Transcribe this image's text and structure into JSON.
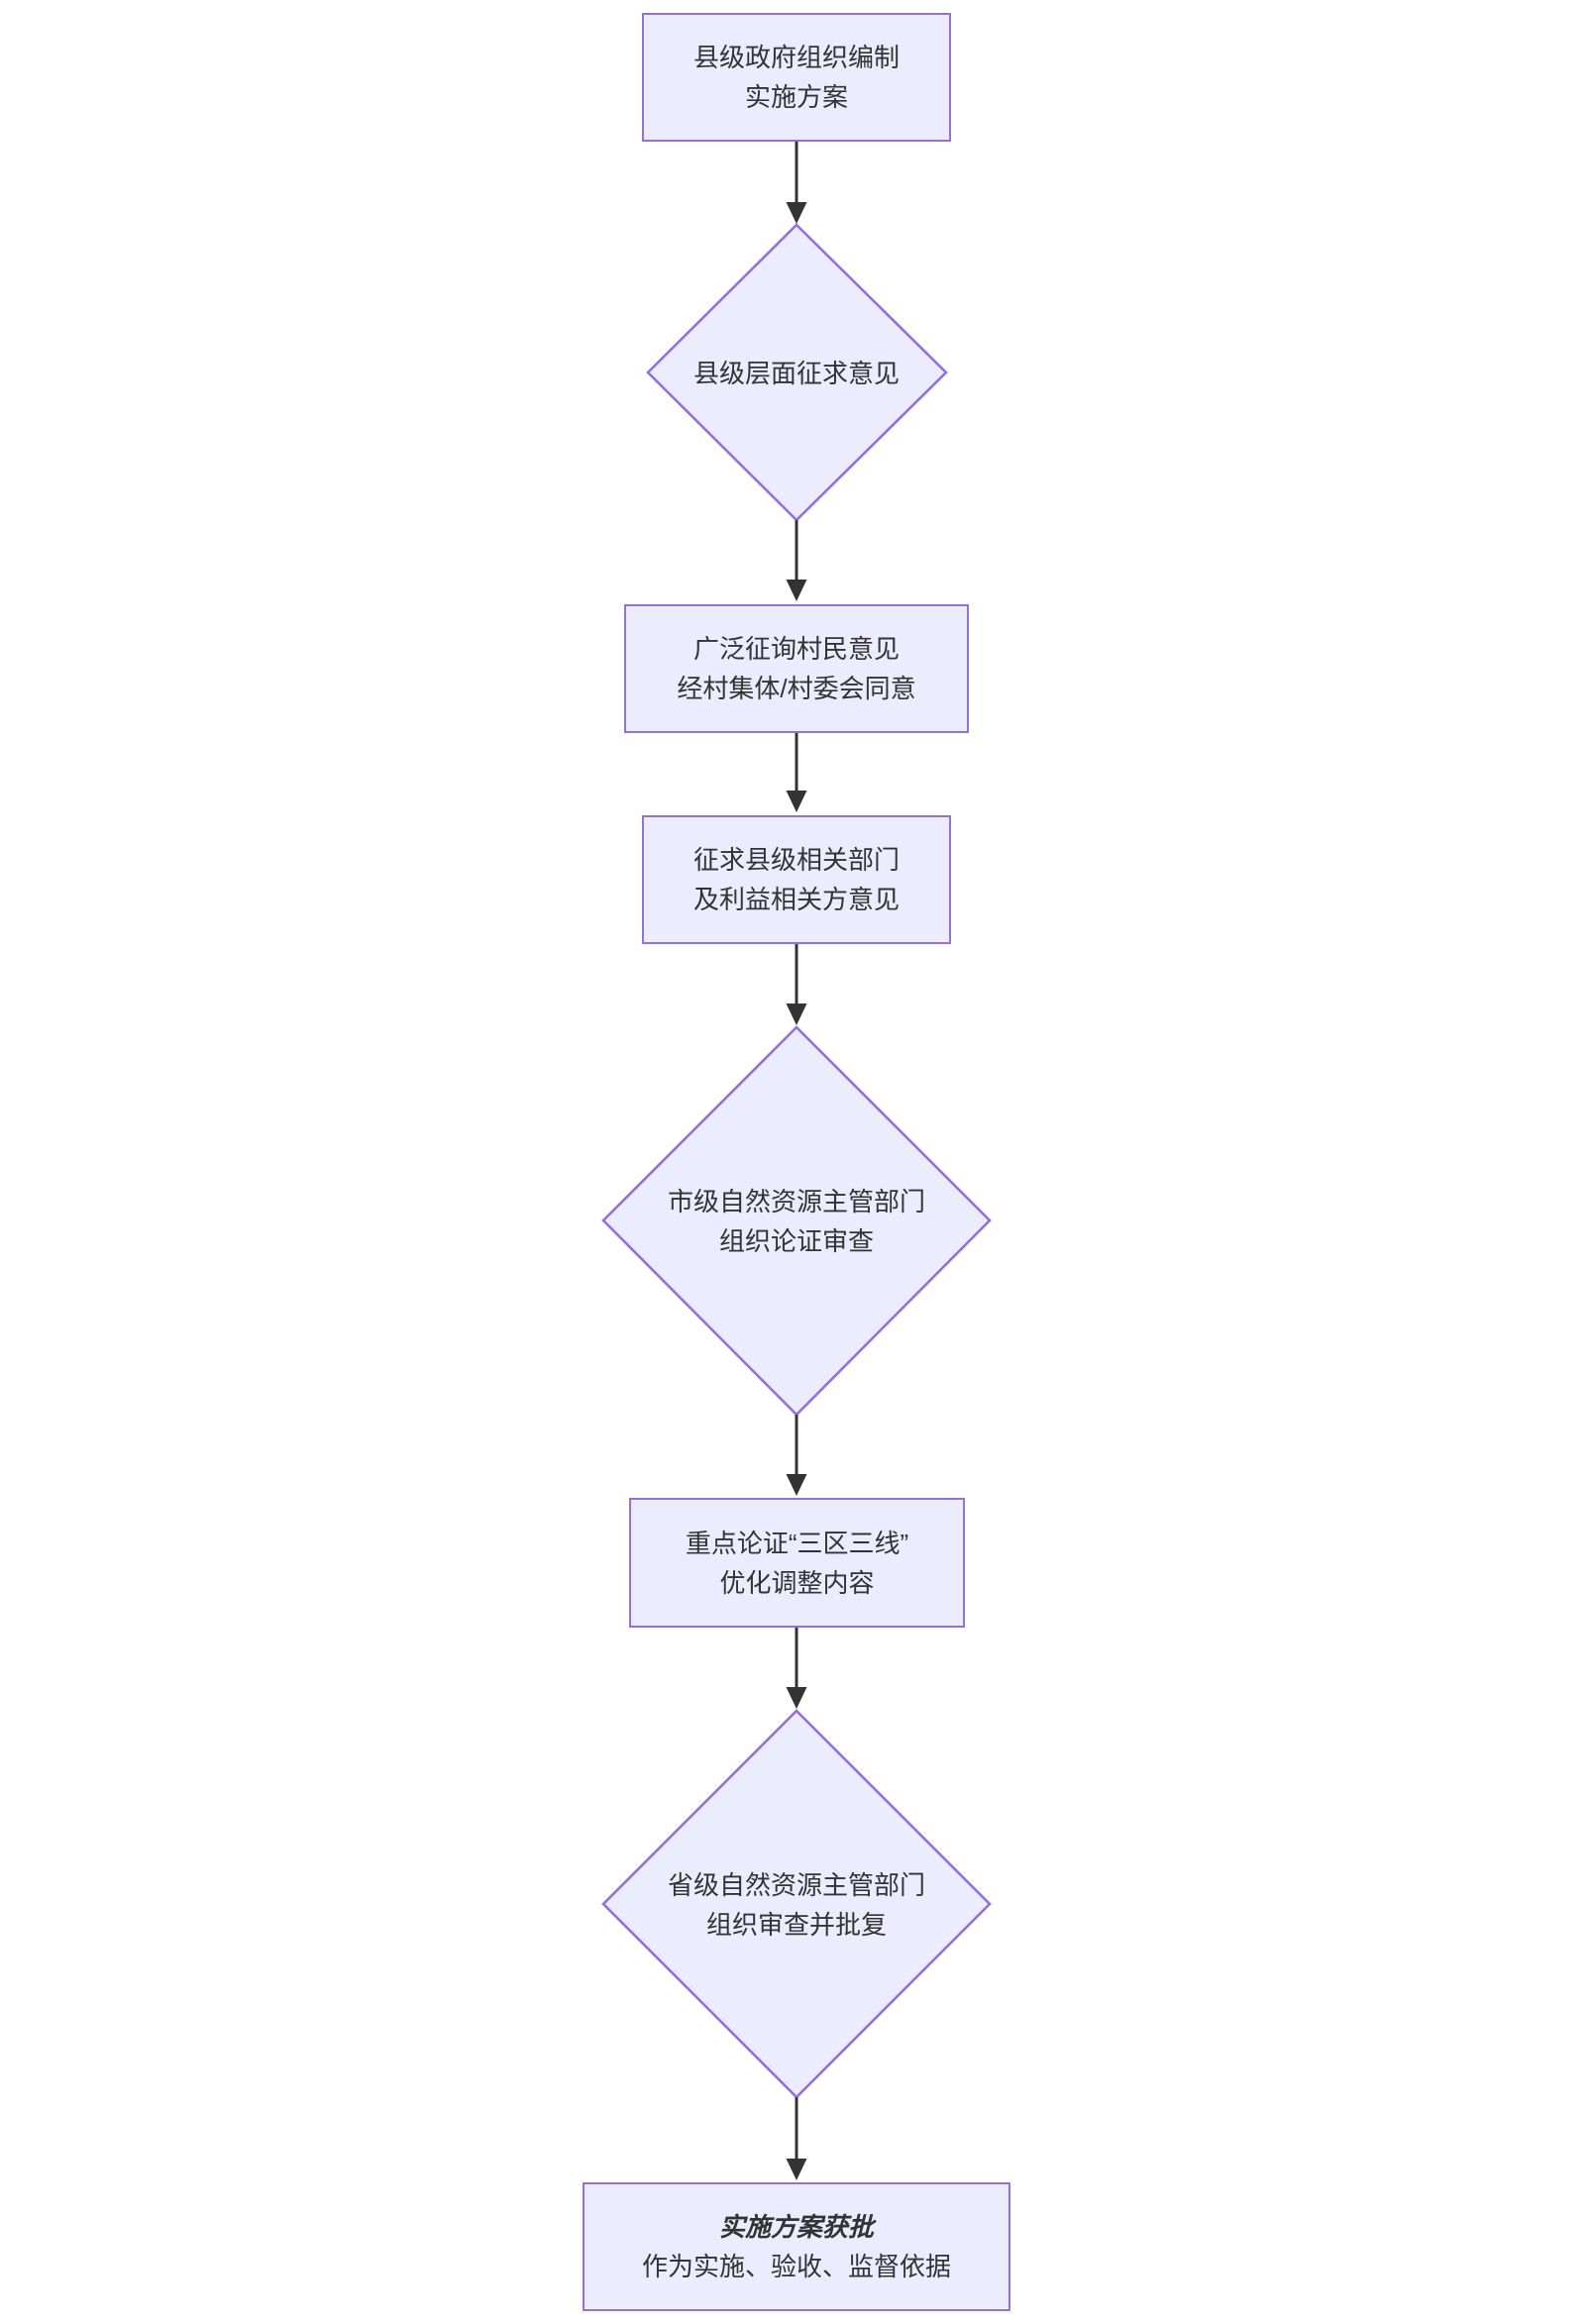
{
  "diagram": {
    "type": "flowchart-top-down",
    "colors": {
      "node_fill": "#ECECFF",
      "node_border": "#9370DB",
      "arrow": "#333333",
      "text": "#333333",
      "background": "#FFFFFF"
    },
    "nodes": [
      {
        "id": "A",
        "shape": "rect",
        "lines": [
          "县级政府组织编制",
          "实施方案"
        ]
      },
      {
        "id": "B",
        "shape": "diamond",
        "lines": [
          "县级层面征求意见"
        ]
      },
      {
        "id": "C",
        "shape": "rect",
        "lines": [
          "广泛征询村民意见",
          "经村集体/村委会同意"
        ]
      },
      {
        "id": "D",
        "shape": "rect",
        "lines": [
          "征求县级相关部门",
          "及利益相关方意见"
        ]
      },
      {
        "id": "E",
        "shape": "diamond",
        "lines": [
          "市级自然资源主管部门",
          "组织论证审查"
        ]
      },
      {
        "id": "F",
        "shape": "rect",
        "lines": [
          "重点论证“三区三线”",
          "优化调整内容"
        ]
      },
      {
        "id": "G",
        "shape": "diamond",
        "lines": [
          "省级自然资源主管部门",
          "组织审查并批复"
        ]
      },
      {
        "id": "H",
        "shape": "rect",
        "lines": [
          "实施方案获批",
          "作为实施、验收、监督依据"
        ],
        "emphasis_line": 0
      }
    ],
    "edges": [
      {
        "from": "A",
        "to": "B"
      },
      {
        "from": "B",
        "to": "C"
      },
      {
        "from": "C",
        "to": "D"
      },
      {
        "from": "D",
        "to": "E"
      },
      {
        "from": "E",
        "to": "F"
      },
      {
        "from": "F",
        "to": "G"
      },
      {
        "from": "G",
        "to": "H"
      }
    ]
  }
}
